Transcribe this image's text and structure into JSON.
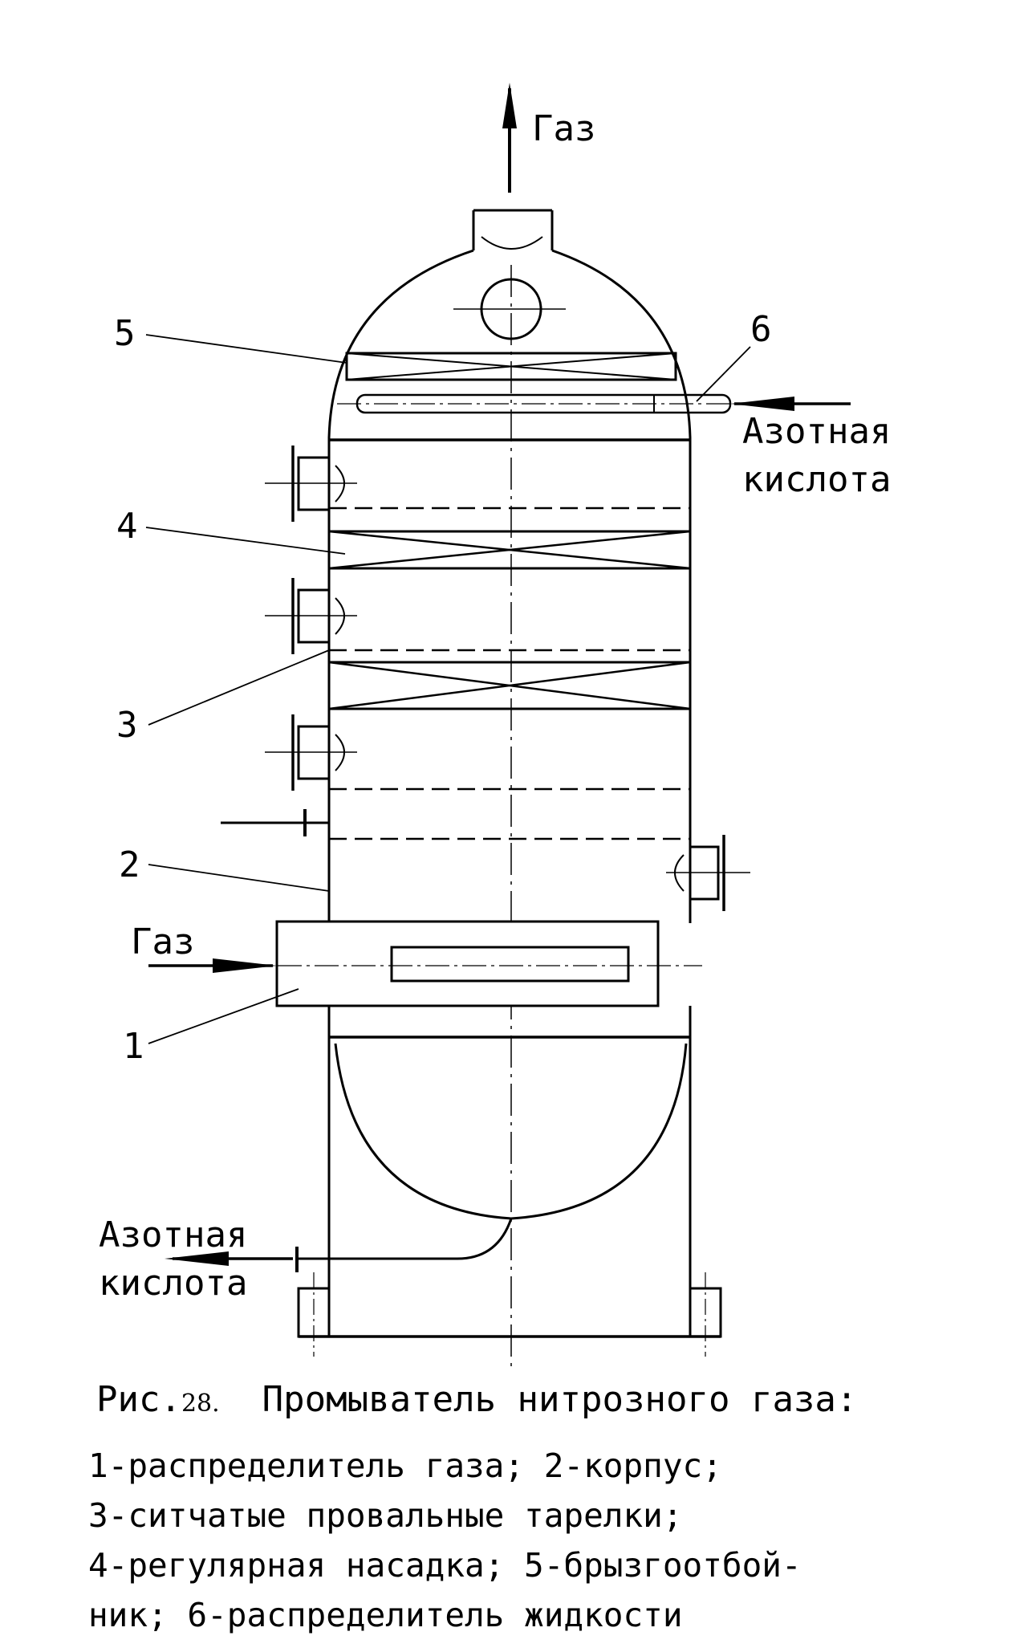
{
  "labels": {
    "gas_out": "Газ",
    "gas_in": "Газ",
    "acid_in_1": "Азотная",
    "acid_in_2": "кислота",
    "acid_out_1": "Азотная",
    "acid_out_2": "кислота",
    "num_1": "1",
    "num_2": "2",
    "num_3": "3",
    "num_4": "4",
    "num_5": "5",
    "num_6": "6"
  },
  "caption": {
    "prefix": "Рис.",
    "number": "28.",
    "title": "Промыватель нитрозного газа:",
    "lines": [
      "1-распределитель газа; 2-корпус;",
      "3-ситчатые провальные тарелки;",
      "4-регулярная насадка; 5-брызгоотбой-",
      "ник; 6-распределитель жидкости"
    ]
  }
}
